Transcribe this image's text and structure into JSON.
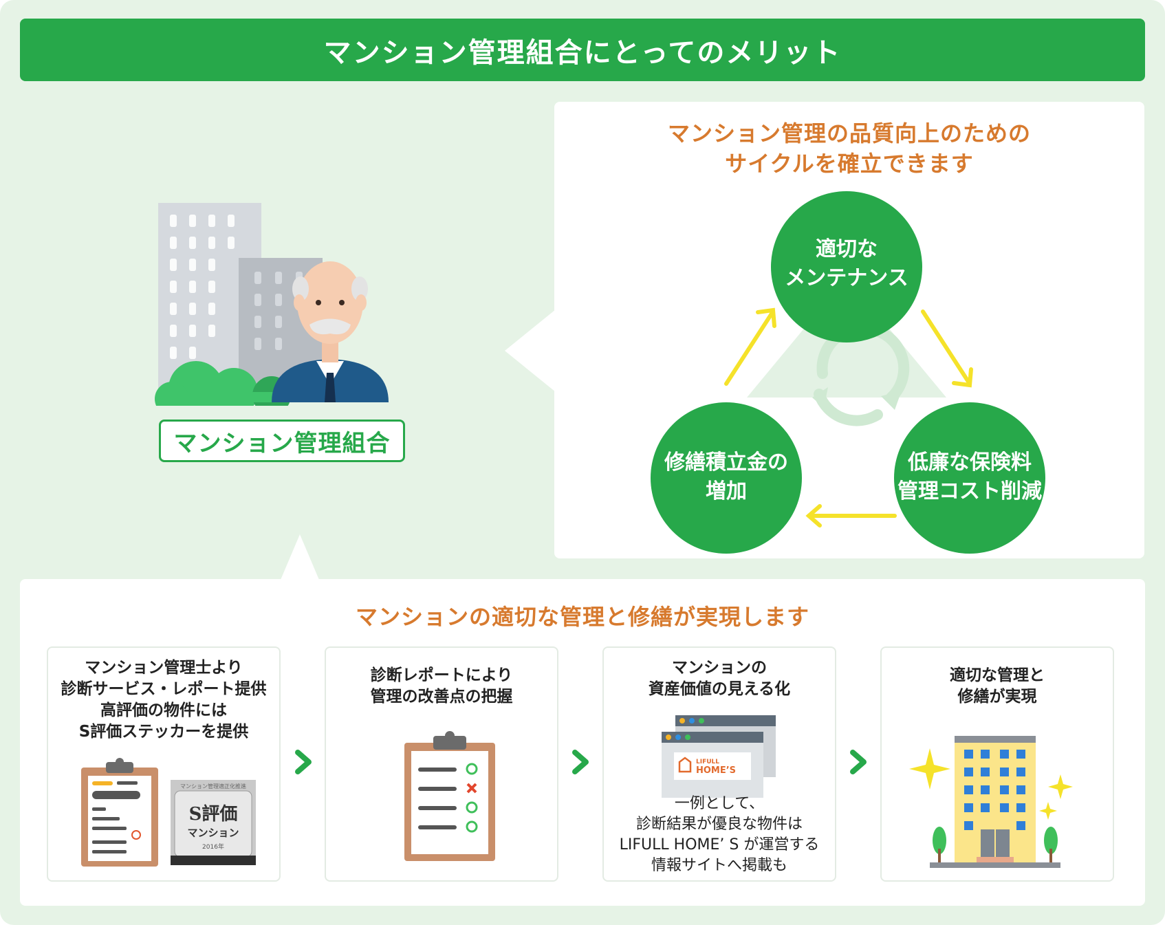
{
  "banner": {
    "title": "マンション管理組合にとってのメリット"
  },
  "union": {
    "label": "マンション管理組合"
  },
  "cycle": {
    "title_line1": "マンション管理の品質向上のための",
    "title_line2": "サイクルを確立できます",
    "nodes": [
      {
        "line1": "適切な",
        "line2": "メンテナンス"
      },
      {
        "line1": "低廉な保険料",
        "line2": "管理コスト削減"
      },
      {
        "line1": "修繕積立金の",
        "line2": "増加"
      }
    ]
  },
  "process": {
    "title": "マンションの適切な管理と修繕が実現します",
    "steps": [
      {
        "lines": [
          "マンション管理士より",
          "診断サービス・レポート提供",
          "高評価の物件には",
          "S評価ステッカーを提供"
        ]
      },
      {
        "lines": [
          "診断レポートにより",
          "管理の改善点の把握"
        ]
      },
      {
        "lines": [
          "マンションの",
          "資産価値の見える化"
        ],
        "note": [
          "一例として、",
          "診断結果が優良な物件は",
          "LIFULL HOME’ S が運営する",
          "情報サイトへ掲載も"
        ]
      },
      {
        "lines": [
          "適切な管理と",
          "修繕が実現"
        ]
      }
    ],
    "sticker": {
      "top": "マンション管理適正化推進",
      "main1": "S評価",
      "main2": "マンション",
      "year": "2016年"
    },
    "site_logo": {
      "line1": "LIFULL",
      "line2": "HOME’S"
    }
  },
  "colors": {
    "green": "#27a84a",
    "orange": "#d77a2e",
    "yellow": "#f5e22a",
    "bg": "#e6f3e6"
  }
}
